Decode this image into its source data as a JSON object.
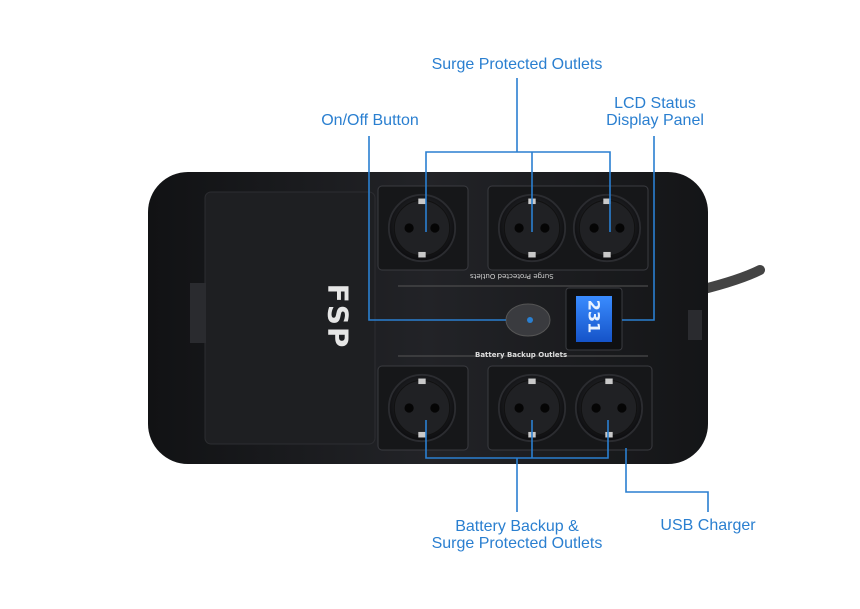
{
  "callouts": {
    "surge_protected": "Surge Protected Outlets",
    "on_off": "On/Off Button",
    "lcd_line1": "LCD Status",
    "lcd_line2": "Display Panel",
    "battery_line1": "Battery Backup &",
    "battery_line2": "Surge Protected Outlets",
    "usb": "USB Charger"
  },
  "device": {
    "brand": "FSP",
    "top_row_label": "Surge Protected Outlets",
    "bottom_row_label": "Battery Backup Outlets",
    "lcd_reading": "231"
  },
  "colors": {
    "callout_blue": "#2a7fd0",
    "body": "#1c1d20",
    "lcd": "#1f6fe0"
  }
}
